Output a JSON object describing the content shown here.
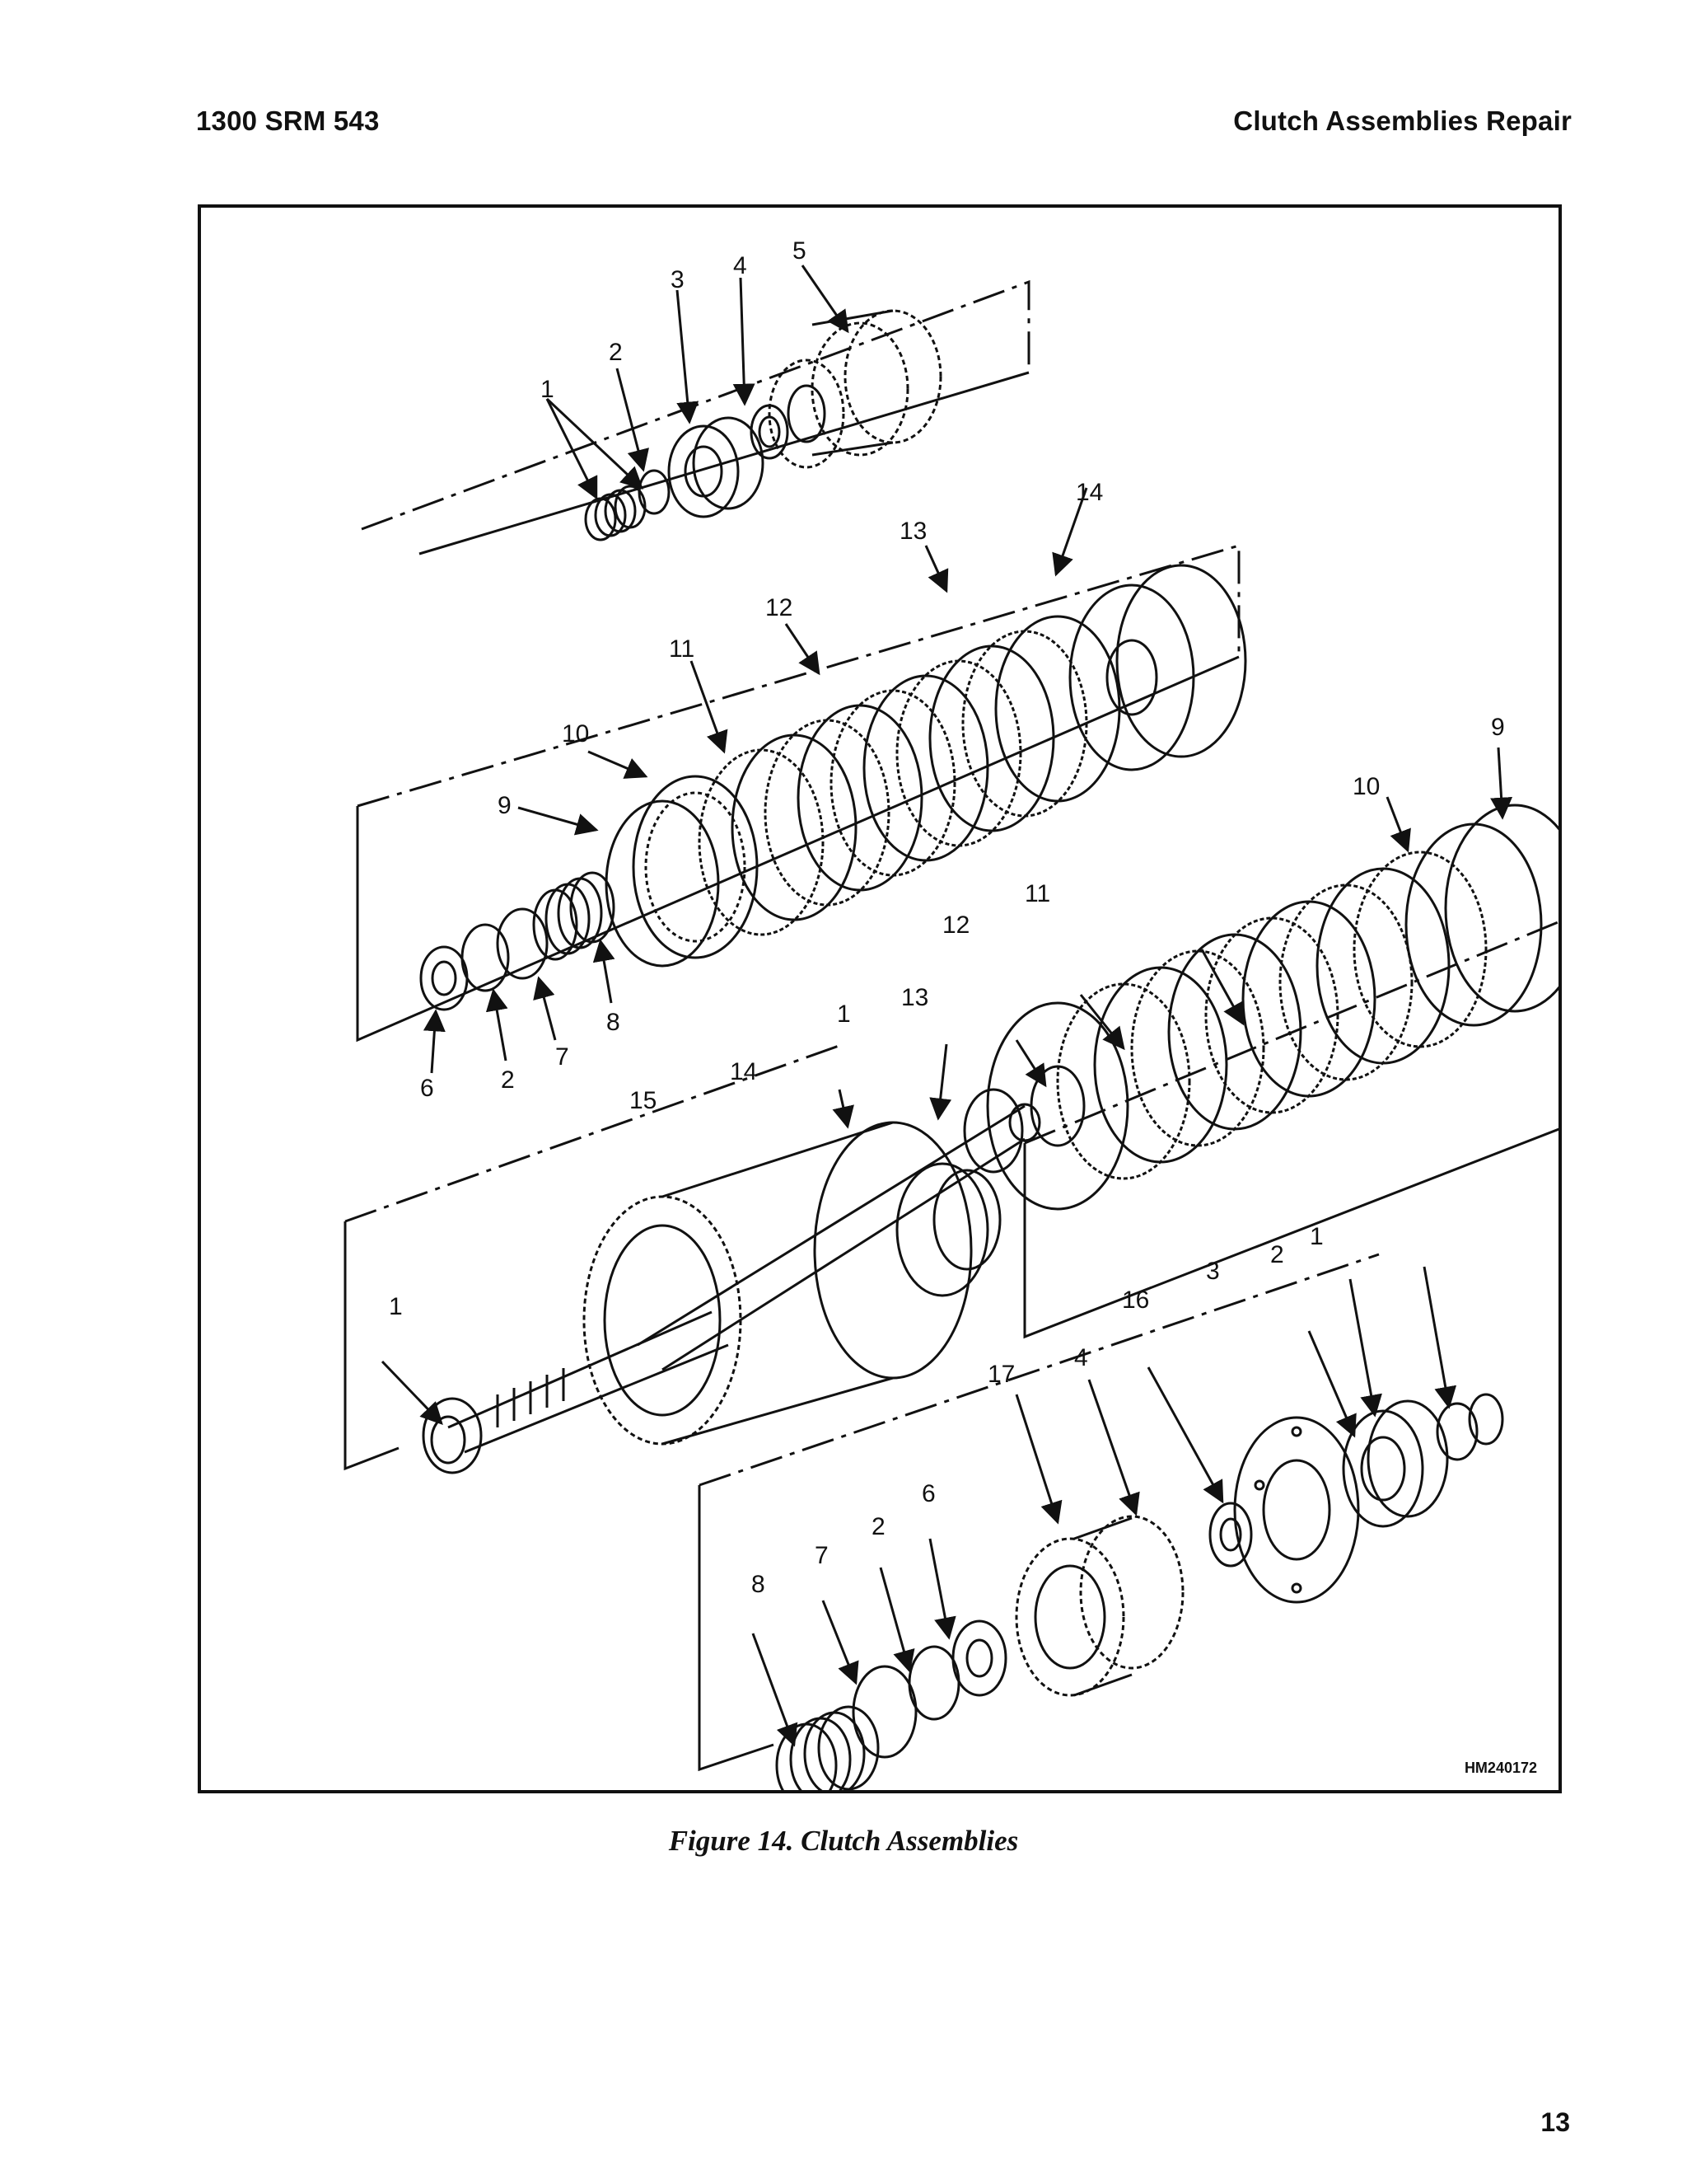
{
  "header": {
    "left": "1300 SRM 543",
    "right": "Clutch Assemblies Repair"
  },
  "figure": {
    "id": "HM240172",
    "caption": "Figure 14.  Clutch Assemblies",
    "callouts": {
      "g1": [
        "1",
        "2",
        "3",
        "4",
        "5"
      ],
      "g2": [
        "6",
        "2",
        "7",
        "8",
        "9",
        "10",
        "11",
        "12",
        "13",
        "14"
      ],
      "g3": [
        "1",
        "13",
        "12",
        "11",
        "10",
        "9"
      ],
      "g4": [
        "15",
        "14",
        "1"
      ],
      "g5": [
        "8",
        "7",
        "2",
        "6",
        "17",
        "4",
        "16",
        "3",
        "2",
        "1"
      ]
    }
  },
  "page_number": "13"
}
